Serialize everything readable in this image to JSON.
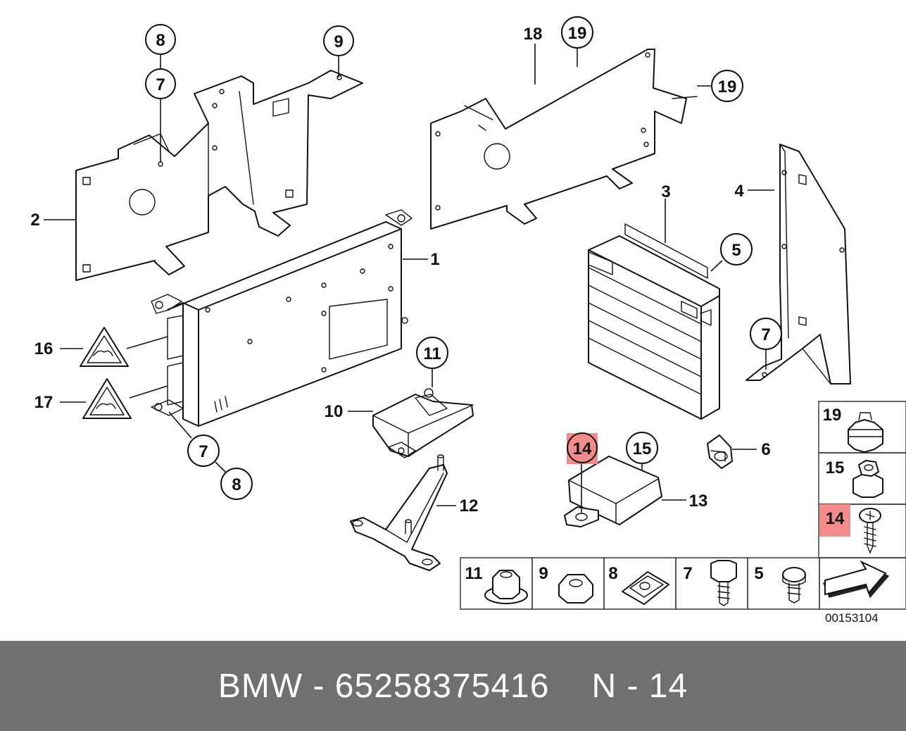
{
  "diagram": {
    "drawing_number": "00153104",
    "highlight_color": "#f28b8b",
    "callouts": {
      "c8a": "8",
      "c7a": "7",
      "c9": "9",
      "c2": "2",
      "c1": "1",
      "c18": "18",
      "c19a": "19",
      "c19b": "19",
      "c3": "3",
      "c4": "4",
      "c5": "5",
      "c7b": "7",
      "c16": "16",
      "c17": "17",
      "c7c": "7",
      "c8b": "8",
      "c11": "11",
      "c10": "10",
      "c12": "12",
      "c14": "14",
      "c15": "15",
      "c13": "13",
      "c6": "6"
    },
    "legend": {
      "right": [
        "19",
        "15",
        "14"
      ],
      "bottom": [
        "11",
        "9",
        "8",
        "7",
        "5"
      ]
    }
  },
  "footer": {
    "brand": "BMW",
    "separator": "-",
    "part_number": "65258375416",
    "position_label": "N - 14"
  }
}
